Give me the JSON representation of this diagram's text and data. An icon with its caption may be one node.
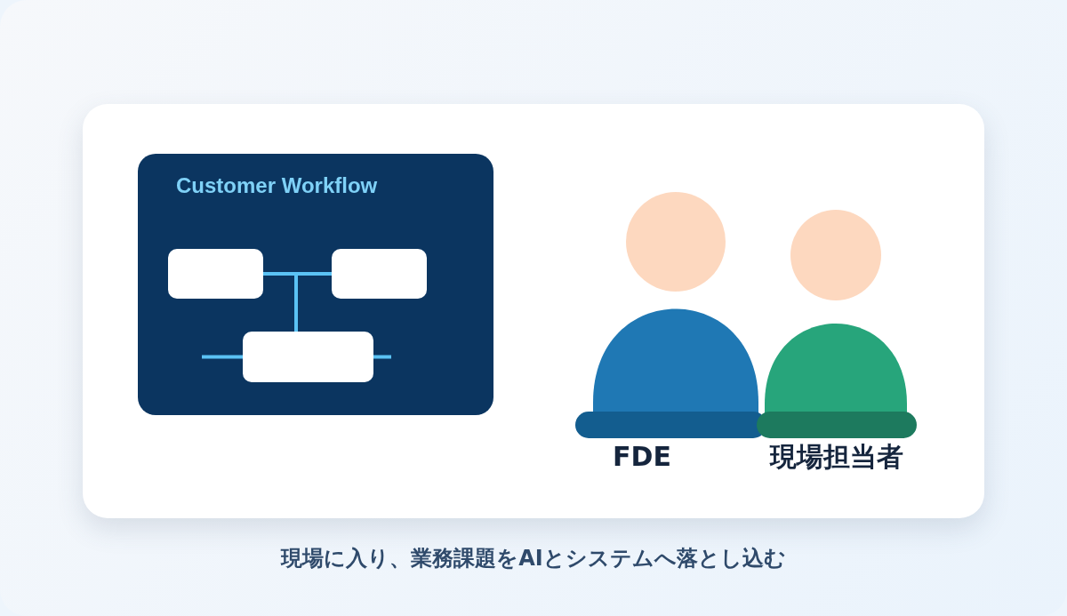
{
  "diagram": {
    "caption": "現場に入り、業務課題をAIとシステムへ落とし込む",
    "nodes": [
      {
        "text": [
          "Customer Workflow"
        ]
      },
      {
        "text": [],
        "shape": "box",
        "in": 0
      },
      {
        "text": [],
        "shape": "box",
        "in": 0
      },
      {
        "text": [],
        "shape": "box",
        "in": 0
      },
      {
        "text": [
          "FDE"
        ]
      },
      {
        "text": [
          "現場担当者"
        ]
      }
    ],
    "edges": [
      {
        "from": 1,
        "to": 3,
        "arrow": "none"
      },
      {
        "from": 2,
        "to": 3,
        "arrow": "none"
      },
      {
        "from": 3,
        "to": null,
        "arrow": "none"
      },
      {
        "from": 3,
        "to": null,
        "arrow": "none"
      }
    ]
  }
}
